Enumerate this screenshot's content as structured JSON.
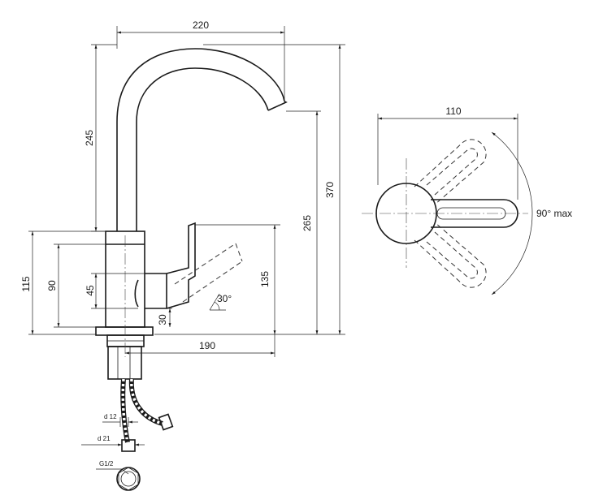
{
  "dimensions": {
    "width_top": "220",
    "spout_height": "245",
    "total_height": "370",
    "outlet_height": "265",
    "handle_height": "135",
    "body_height": "115",
    "body_lower": "90",
    "handle_axis": "45",
    "base_to_handle": "30",
    "reach": "190",
    "handle_angle": "30°",
    "top_view_width": "110",
    "rotation": "90° max",
    "hose_d12": "d 12",
    "hose_d21": "d 21",
    "thread": "G1/2"
  }
}
